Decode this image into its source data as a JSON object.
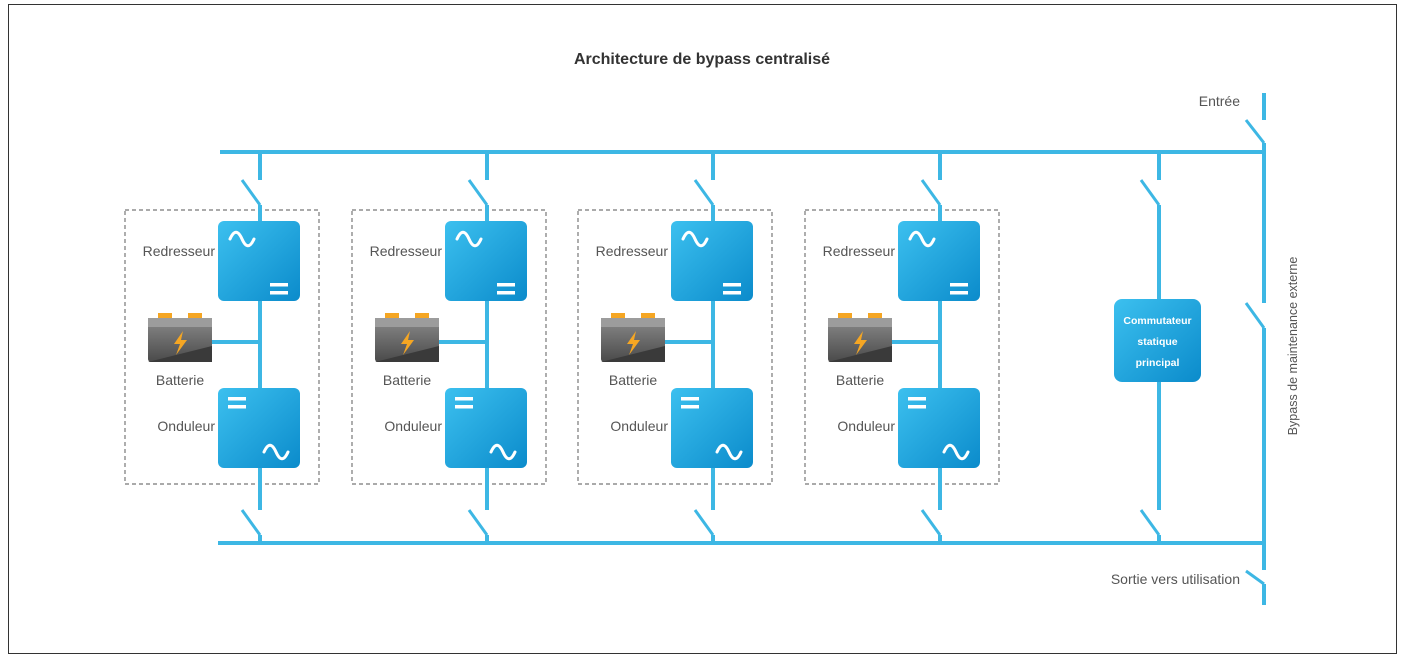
{
  "title": "Architecture de bypass centralisé",
  "labels": {
    "input": "Entrée",
    "output": "Sortie vers utilisation",
    "maintenance_bypass": "Bypass de maintenance externe",
    "static_switch": [
      "Commutateur",
      "statique",
      "principal"
    ]
  },
  "modules": [
    {
      "rectifier": "Redresseur",
      "battery": "Batterie",
      "inverter": "Onduleur"
    },
    {
      "rectifier": "Redresseur",
      "battery": "Batterie",
      "inverter": "Onduleur"
    },
    {
      "rectifier": "Redresseur",
      "battery": "Batterie",
      "inverter": "Onduleur"
    },
    {
      "rectifier": "Redresseur",
      "battery": "Batterie",
      "inverter": "Onduleur"
    }
  ],
  "colors": {
    "wire": "#3db7e4",
    "box_light": "#2fb2e8",
    "box_dark": "#0d8fcf",
    "battery_body": "#5b5b5b",
    "battery_terminal": "#f5a623",
    "bolt": "#f5a623"
  },
  "icons": {
    "rectifier": "ac-to-dc-icon",
    "inverter": "dc-to-ac-icon",
    "battery": "battery-icon",
    "switch": "switch-icon"
  }
}
